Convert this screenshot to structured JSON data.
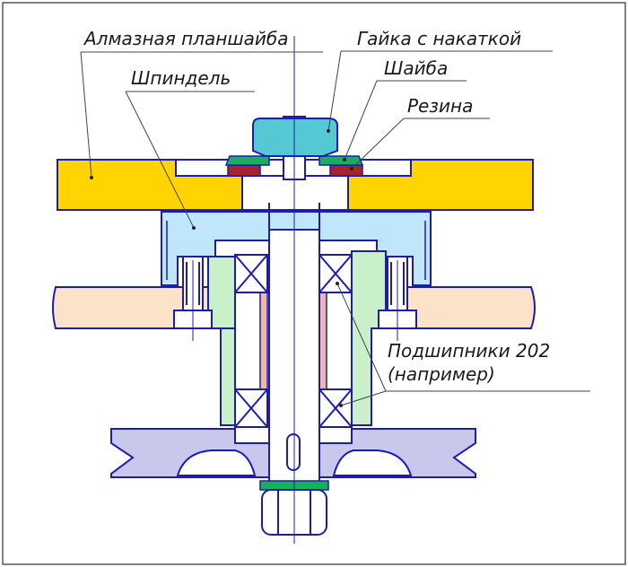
{
  "labels": {
    "disk": "Алмазная планшайба",
    "nut": "Гайка с накаткой",
    "washer": "Шайба",
    "rubber": "Резина",
    "spindle": "Шпиндель",
    "bearings_line1": "Подшипники 202",
    "bearings_line2": "(например)"
  },
  "colors": {
    "outline": "#1c1cb4",
    "disk": "#ffd400",
    "spindle_head": "#bfe6fa",
    "nut": "#54c9d3",
    "washer": "#18b05a",
    "rubber": "#a3242a",
    "housing": "#c9f0c9",
    "spacer": "#f2b9a0",
    "table": "#fbe2c8",
    "pulley": "#c8c8ec"
  }
}
